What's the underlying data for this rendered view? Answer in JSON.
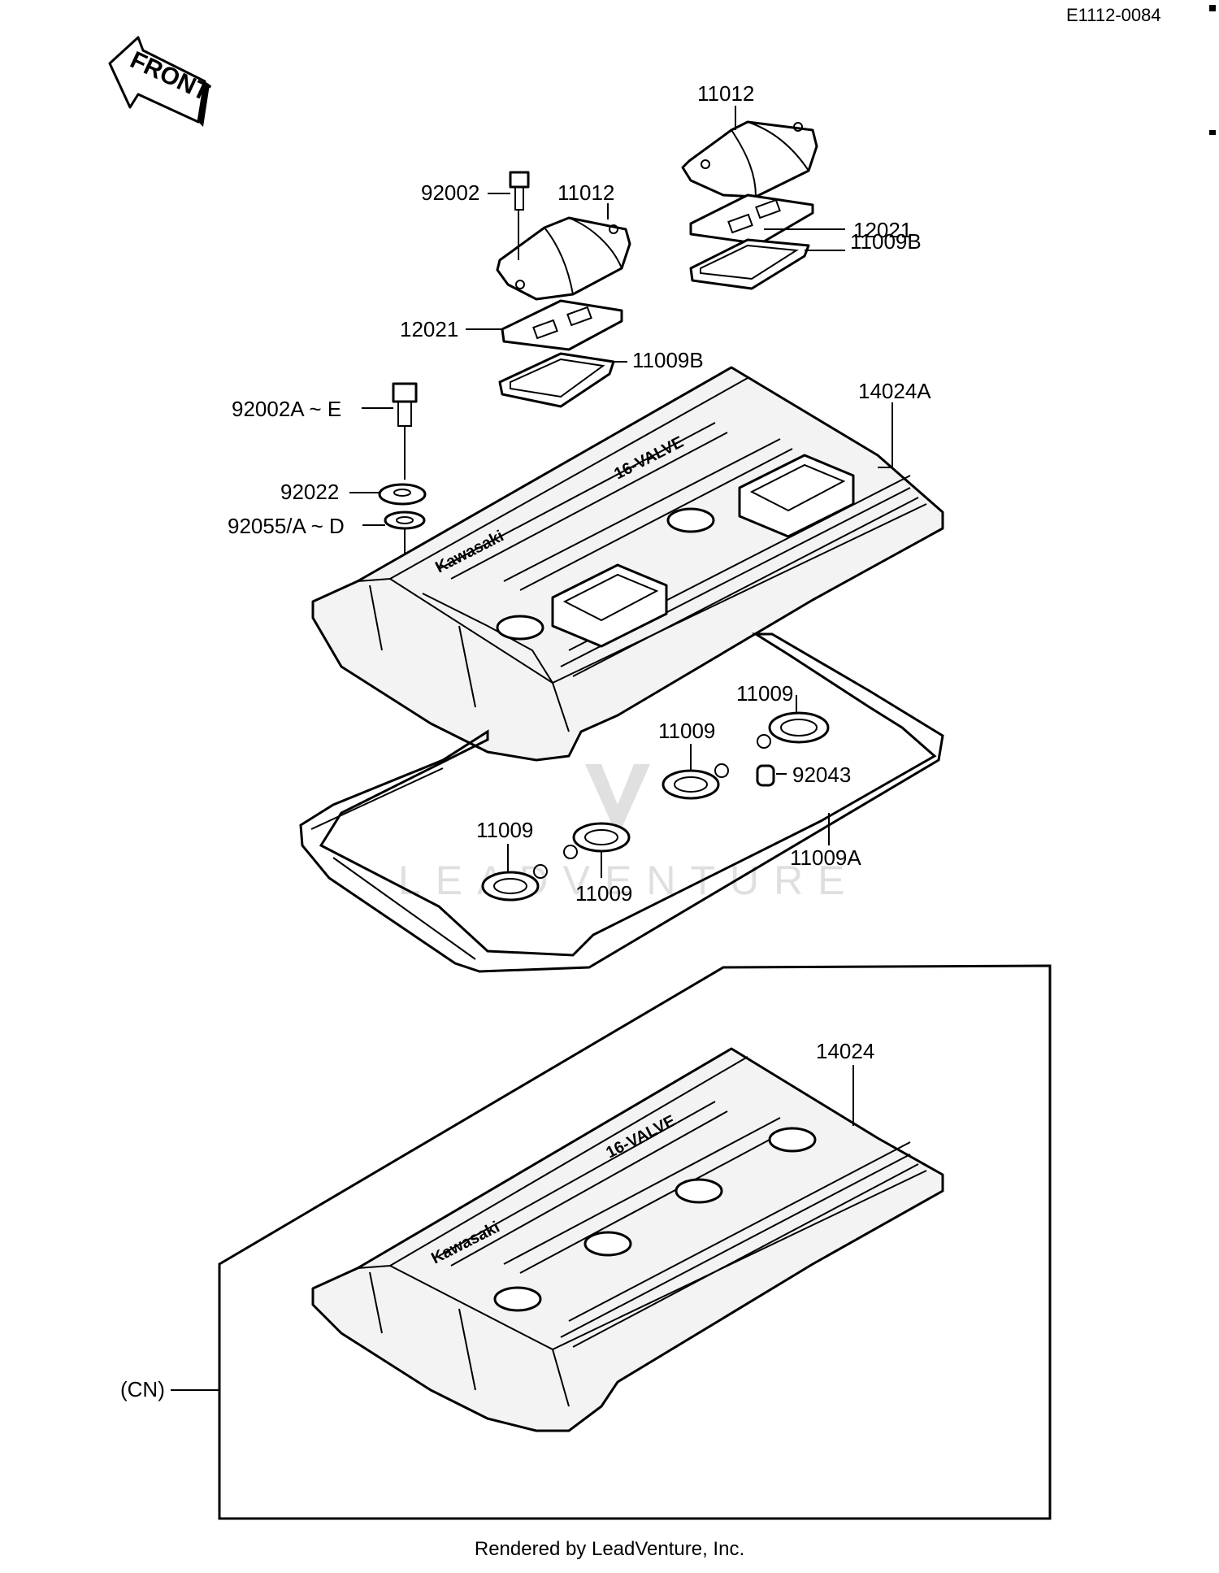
{
  "diagram_id": "E1112-0084",
  "front_label": "FRONT",
  "footer": "Rendered by LeadVenture, Inc.",
  "watermark": "LEADVENTURE",
  "cover_brand_text": "Kawasaki",
  "cover_valve_text": "16-VALVE",
  "parts": {
    "p11012_a": "11012",
    "p11012_b": "11012",
    "p92002": "92002",
    "p12021_a": "12021",
    "p12021_b": "12021",
    "p11009B_a": "11009B",
    "p11009B_b": "11009B",
    "p14024A": "14024A",
    "p92002AE": "92002A ~ E",
    "p92022": "92022",
    "p92055": "92055/A ~ D",
    "p11009_1": "11009",
    "p11009_2": "11009",
    "p11009_3": "11009",
    "p11009_4": "11009",
    "p92043": "92043",
    "p11009A": "11009A",
    "p14024": "14024",
    "pCN": "(CN)"
  }
}
